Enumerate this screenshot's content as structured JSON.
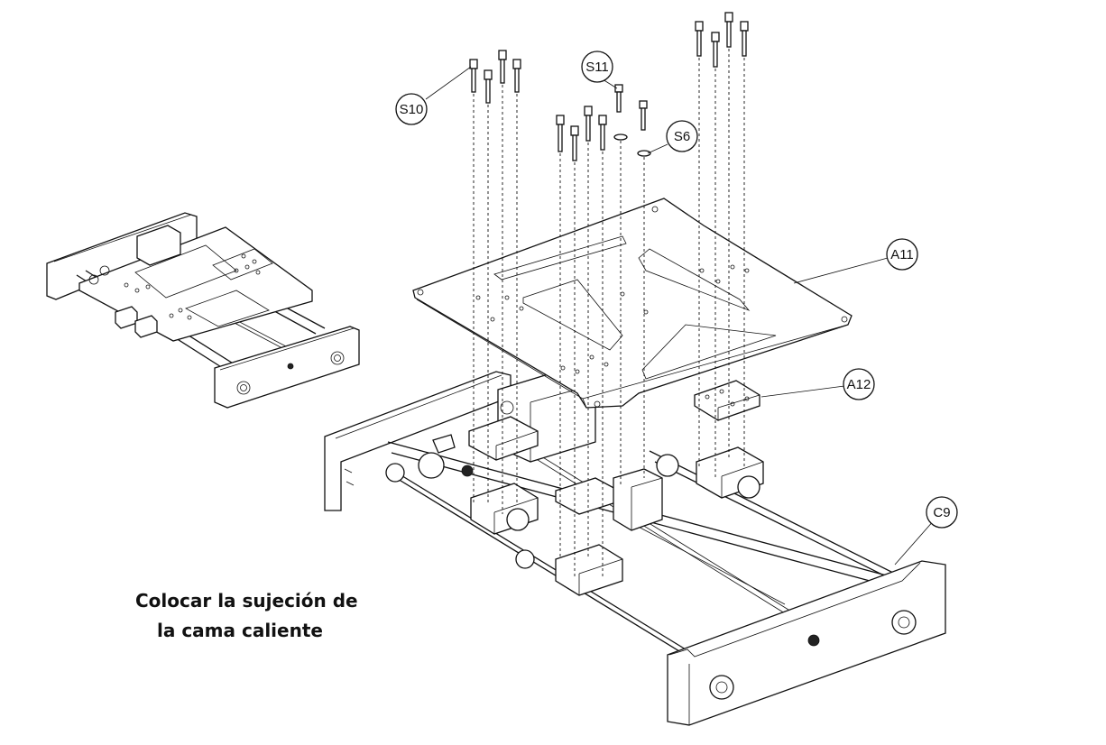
{
  "caption": {
    "line1": "Colocar la sujeción de",
    "line2": "la cama caliente"
  },
  "callouts": {
    "s10": "S10",
    "s11": "S11",
    "s6": "S6",
    "a11": "A11",
    "a12": "A12",
    "c9": "C9"
  }
}
